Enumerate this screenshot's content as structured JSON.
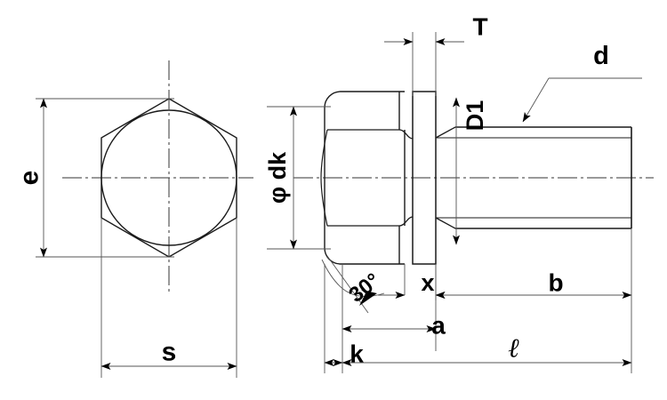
{
  "drawing": {
    "title": "Hex head bolt with captive washer - dimensioned engineering drawing",
    "line_color": "#1a1a1a",
    "thin_line_color": "#555555",
    "background": "#ffffff"
  },
  "views": {
    "front_view": {
      "name": "end-view-hexagon",
      "description": "Hexagon across-flats end view with inscribed circle"
    },
    "side_view": {
      "name": "side-view-bolt",
      "description": "Side elevation of bolt head, washer flange and threaded shank"
    }
  },
  "dimensions": {
    "e": "e",
    "s": "s",
    "phi_dk": "φ dk",
    "T": "T",
    "D1": "D1",
    "d": "d",
    "k": "k",
    "x": "x",
    "a": "a",
    "b": "b",
    "l": "ℓ",
    "angle": "30°"
  }
}
